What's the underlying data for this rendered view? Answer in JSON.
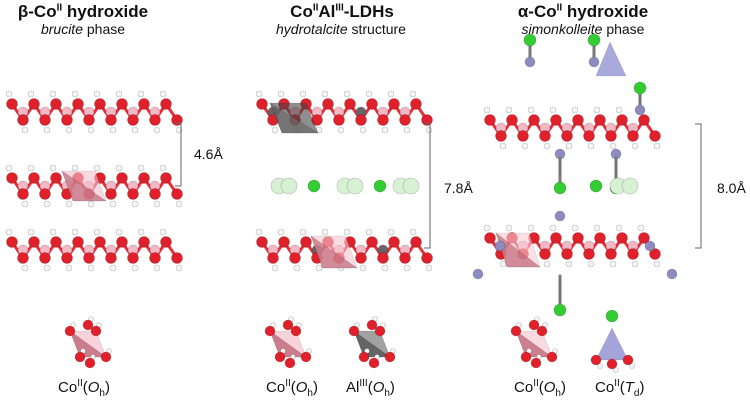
{
  "panels": [
    {
      "title_prefix": "β-Co",
      "title_sup": "II",
      "title_suffix": " hydroxide",
      "subtitle_italic": "brucite",
      "subtitle_rest": " phase",
      "spacing": "4.6Å",
      "legend": [
        {
          "prefix": "Co",
          "sup": "II",
          "open": "(",
          "sym": "O",
          "sub": "h",
          "close": ")"
        }
      ]
    },
    {
      "title_prefix": "Co",
      "title_sup": "II",
      "title_mid": "Al",
      "title_sup2": "III",
      "title_suffix": "-LDHs",
      "subtitle_italic": "hydrotalcite",
      "subtitle_rest": " structure",
      "spacing": "7.8Å",
      "legend": [
        {
          "prefix": "Co",
          "sup": "II",
          "open": "(",
          "sym": "O",
          "sub": "h",
          "close": ")"
        },
        {
          "prefix": "Al",
          "sup": "III",
          "open": "(",
          "sym": "O",
          "sub": "h",
          "close": ")"
        }
      ]
    },
    {
      "title_prefix": "α-Co",
      "title_sup": "II",
      "title_suffix": " hydroxide",
      "subtitle_italic": "simonkolleite",
      "subtitle_rest": " phase",
      "spacing": "8.0Å",
      "legend": [
        {
          "prefix": "Co",
          "sup": "II",
          "open": "(",
          "sym": "O",
          "sub": "h",
          "close": ")"
        },
        {
          "prefix": "Co",
          "sup": "II",
          "open": "(",
          "sym": "T",
          "sub": "d",
          "close": ")"
        }
      ]
    }
  ],
  "colors": {
    "oxygen": "#e0202a",
    "cobalt_oh": "#f2b8c6",
    "hydrogen": "#f4f4f4",
    "aluminum": "#666666",
    "chloride": "#33cc33",
    "td_cobalt": "#8c8cc0",
    "intercalant": "#d8f0d4",
    "bond": "#e6303a",
    "octahedron": "#c06878",
    "tetrahedron": "#9a9ad6"
  }
}
